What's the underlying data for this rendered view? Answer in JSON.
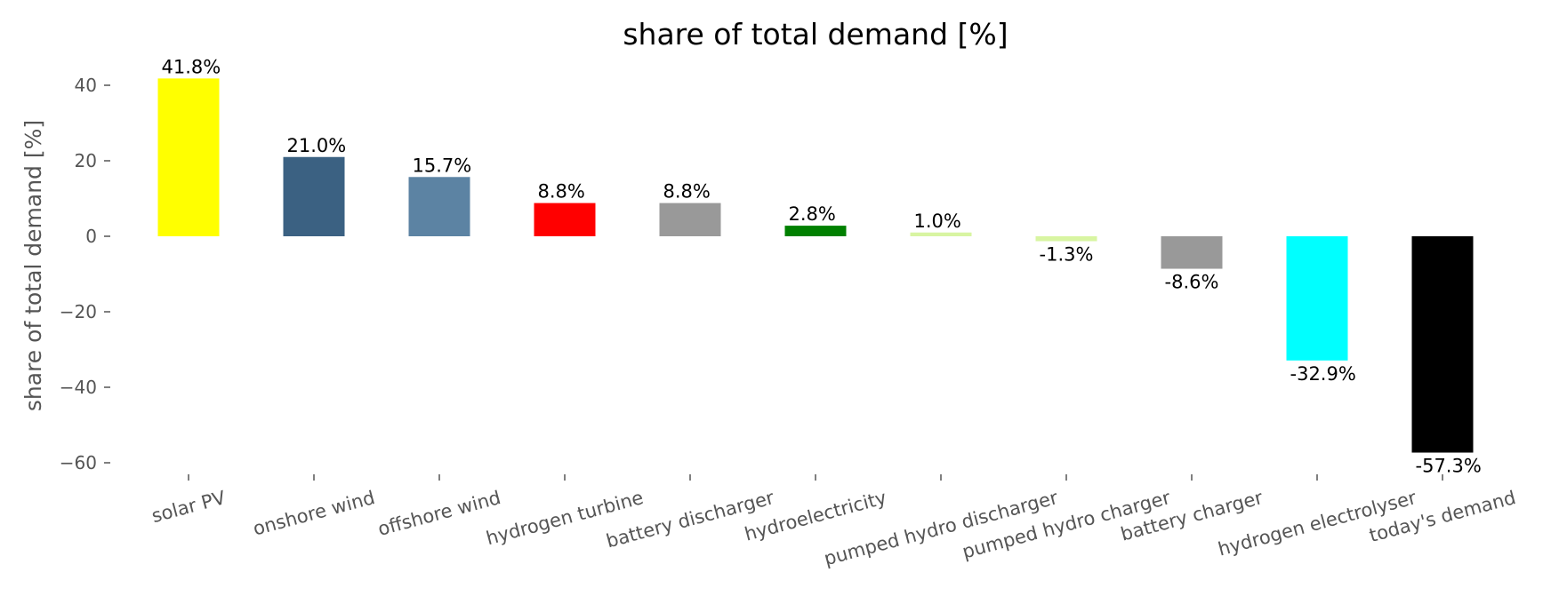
{
  "chart_data": {
    "type": "bar",
    "title": "share of total demand [%]",
    "xlabel": "",
    "ylabel": "share of total demand [%]",
    "ylim": [
      -63,
      47
    ],
    "yticks": [
      40,
      20,
      0,
      -20,
      -40,
      -60
    ],
    "ytick_labels": [
      "40",
      "20",
      "0",
      "−20",
      "−40",
      "−60"
    ],
    "grid": false,
    "categories": [
      "solar PV",
      "onshore wind",
      "offshore wind",
      "hydrogen turbine",
      "battery discharger",
      "hydroelectricity",
      "pumped hydro discharger",
      "pumped hydro charger",
      "battery charger",
      "hydrogen electrolyser",
      "today's demand"
    ],
    "values": [
      41.8,
      21.0,
      15.7,
      8.8,
      8.8,
      2.8,
      1.0,
      -1.3,
      -8.6,
      -32.9,
      -57.3
    ],
    "value_labels": [
      "41.8%",
      "21.0%",
      "15.7%",
      "8.8%",
      "8.8%",
      "2.8%",
      "1.0%",
      "-1.3%",
      "-8.6%",
      "-32.9%",
      "-57.3%"
    ],
    "colors": [
      "#ffff00",
      "#3b6182",
      "#5c83a3",
      "#ff0000",
      "#999999",
      "#008000",
      "#d8f5a2",
      "#d8f5a2",
      "#999999",
      "#00ffff",
      "#000000"
    ]
  }
}
